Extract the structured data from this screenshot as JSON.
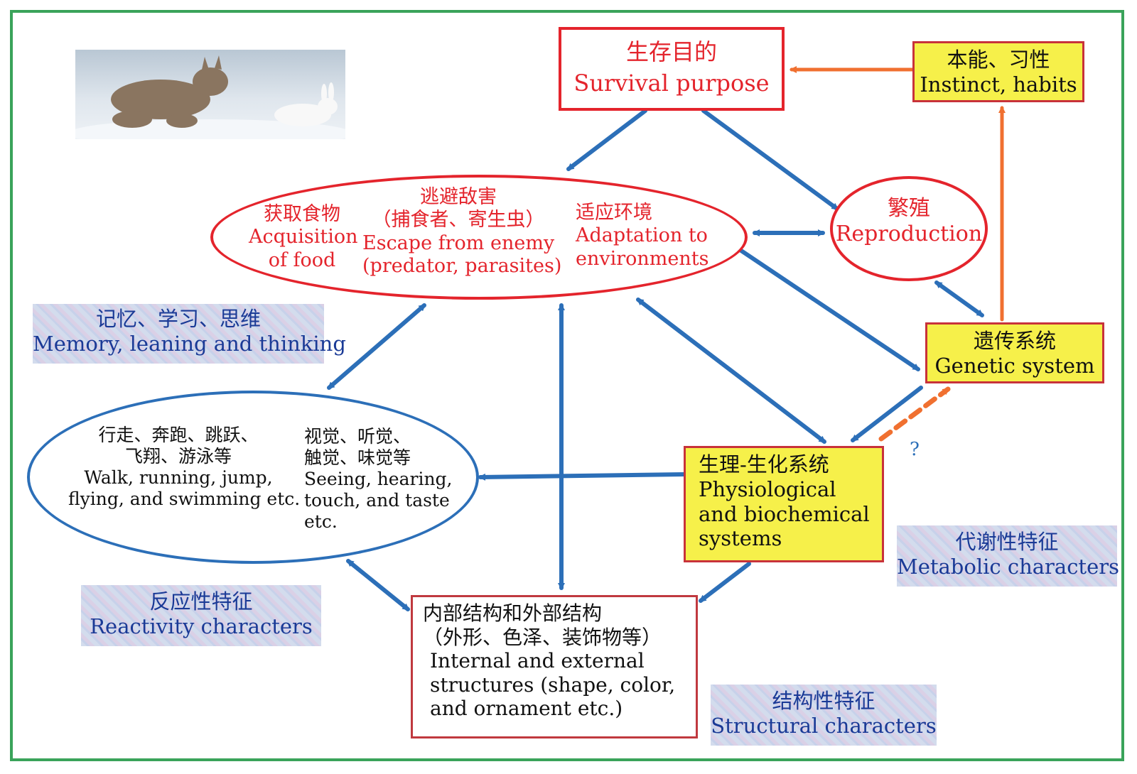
{
  "nodes": {
    "survival": {
      "zh": "生存目的",
      "en": "Survival purpose"
    },
    "instinct": {
      "zh": "本能、习性",
      "en": "Instinct, habits"
    },
    "food": {
      "zh": "获取食物",
      "en1": "Acquisition",
      "en2": "of food"
    },
    "escape": {
      "zh1": "逃避敌害",
      "zh2": "（捕食者、寄生虫）",
      "en1": "Escape from enemy",
      "en2": "(predator, parasites)"
    },
    "adapt": {
      "zh": "适应环境",
      "en1": "Adaptation to",
      "en2": "environments"
    },
    "reproduction": {
      "zh": "繁殖",
      "en": "Reproduction"
    },
    "genetic": {
      "zh": "遗传系统",
      "en": "Genetic system"
    },
    "physio": {
      "zh": "生理-生化系统",
      "en1": "Physiological",
      "en2": "and biochemical",
      "en3": "systems"
    },
    "behavior": {
      "left_zh1": "行走、奔跑、跳跃、",
      "left_zh2": "飞翔、游泳等",
      "left_en1": "Walk, running, jump,",
      "left_en2": "flying, and swimming etc.",
      "right_zh1": "视觉、听觉、",
      "right_zh2": "触觉、味觉等",
      "right_en1": "Seeing, hearing,",
      "right_en2": "touch, and taste",
      "right_en3": "etc."
    },
    "structure": {
      "zh1": "内部结构和外部结构",
      "zh2": "（外形、色泽、装饰物等）",
      "en1": "Internal and external",
      "en2": "structures (shape, color,",
      "en3": "and ornament etc.)"
    }
  },
  "labels": {
    "memory": {
      "zh": "记忆、学习、思维",
      "en": "Memory, leaning and thinking"
    },
    "reactivity": {
      "zh": "反应性特征",
      "en": "Reactivity characters"
    },
    "metabolic": {
      "zh": "代谢性特征",
      "en": "Metabolic characters"
    },
    "structural": {
      "zh": "结构性特征",
      "en": "Structural characters"
    }
  },
  "question_mark": "?",
  "colors": {
    "red": "#e4242c",
    "blue": "#2c6fb8",
    "orange": "#f07030",
    "yellow": "#f6f04a",
    "frame": "#3aa35a"
  },
  "photo_subject": "lynx chasing snowshoe hare in snow"
}
